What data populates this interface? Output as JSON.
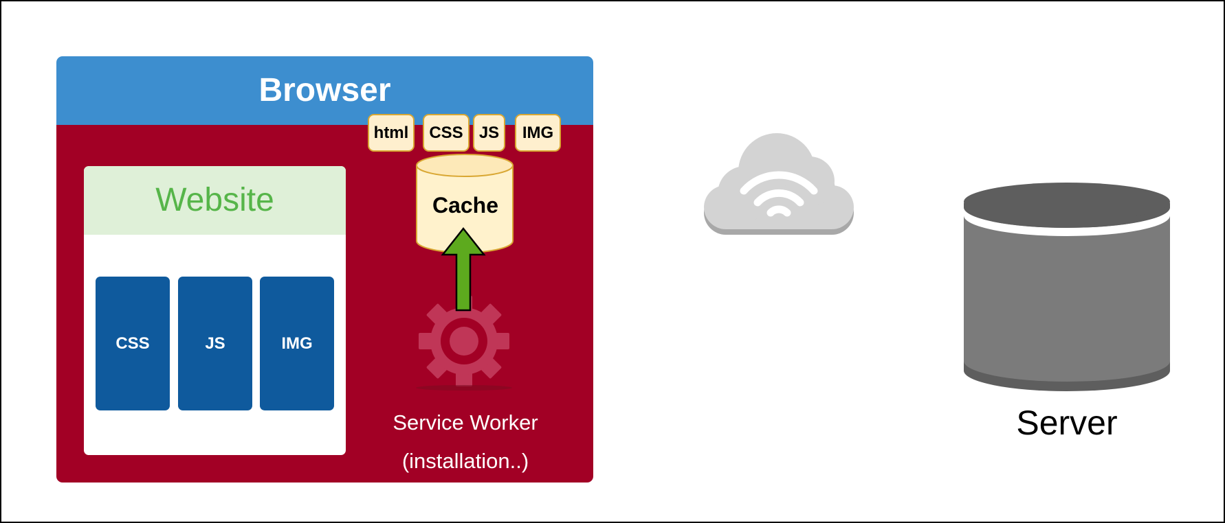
{
  "browser": {
    "title": "Browser"
  },
  "website": {
    "title": "Website",
    "assets": [
      "CSS",
      "JS",
      "IMG"
    ]
  },
  "cache": {
    "label": "Cache",
    "files": [
      "html",
      "CSS",
      "JS",
      "IMG"
    ]
  },
  "service_worker": {
    "label": "Service Worker",
    "status": "(installation..)"
  },
  "server": {
    "label": "Server"
  },
  "icons": {
    "cloud": "wifi-cloud-icon",
    "gear": "gear-icon",
    "arrow": "arrow-up-icon",
    "database": "database-icon"
  },
  "colors": {
    "browser_header": "#3D8ECF",
    "browser_body": "#A20025",
    "website_header_bg": "#DFF0D8",
    "website_title_text": "#56B549",
    "asset_box": "#0F5A9D",
    "file_chip_bg": "#FEEFCE",
    "file_chip_border": "#D9A732",
    "cache_fill": "#FFF2CC",
    "arrow_fill": "#5DAA1E",
    "gear": "#C03657",
    "cloud": "#D3D3D3",
    "server_body": "#7B7B7B"
  }
}
